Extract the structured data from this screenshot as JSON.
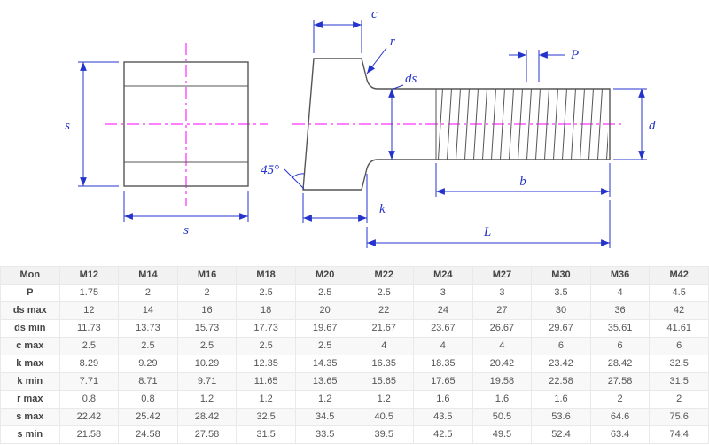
{
  "diagram": {
    "colors": {
      "dimension": "#2433cc",
      "centerline": "#ff00ff",
      "outline": "#555555"
    },
    "labels": {
      "s_left": "s",
      "s_bottom": "s",
      "c": "c",
      "r": "r",
      "ds": "ds",
      "p": "P",
      "d": "d",
      "b": "b",
      "k": "k",
      "l": "L",
      "angle": "45°"
    }
  },
  "table": {
    "columns": [
      "Mon",
      "M12",
      "M14",
      "M16",
      "M18",
      "M20",
      "M22",
      "M24",
      "M27",
      "M30",
      "M36",
      "M42"
    ],
    "rows": [
      {
        "label": "P",
        "values": [
          "1.75",
          "2",
          "2",
          "2.5",
          "2.5",
          "2.5",
          "3",
          "3",
          "3.5",
          "4",
          "4.5"
        ]
      },
      {
        "label": "ds max",
        "values": [
          "12",
          "14",
          "16",
          "18",
          "20",
          "22",
          "24",
          "27",
          "30",
          "36",
          "42"
        ]
      },
      {
        "label": "ds min",
        "values": [
          "11.73",
          "13.73",
          "15.73",
          "17.73",
          "19.67",
          "21.67",
          "23.67",
          "26.67",
          "29.67",
          "35.61",
          "41.61"
        ]
      },
      {
        "label": "c max",
        "values": [
          "2.5",
          "2.5",
          "2.5",
          "2.5",
          "2.5",
          "4",
          "4",
          "4",
          "6",
          "6",
          "6"
        ]
      },
      {
        "label": "k max",
        "values": [
          "8.29",
          "9.29",
          "10.29",
          "12.35",
          "14.35",
          "16.35",
          "18.35",
          "20.42",
          "23.42",
          "28.42",
          "32.5"
        ]
      },
      {
        "label": "k min",
        "values": [
          "7.71",
          "8.71",
          "9.71",
          "11.65",
          "13.65",
          "15.65",
          "17.65",
          "19.58",
          "22.58",
          "27.58",
          "31.5"
        ]
      },
      {
        "label": "r max",
        "values": [
          "0.8",
          "0.8",
          "1.2",
          "1.2",
          "1.2",
          "1.2",
          "1.6",
          "1.6",
          "1.6",
          "2",
          "2"
        ]
      },
      {
        "label": "s max",
        "values": [
          "22.42",
          "25.42",
          "28.42",
          "32.5",
          "34.5",
          "40.5",
          "43.5",
          "50.5",
          "53.6",
          "64.6",
          "75.6"
        ]
      },
      {
        "label": "s min",
        "values": [
          "21.58",
          "24.58",
          "27.58",
          "31.5",
          "33.5",
          "39.5",
          "42.5",
          "49.5",
          "52.4",
          "63.4",
          "74.4"
        ]
      }
    ]
  }
}
